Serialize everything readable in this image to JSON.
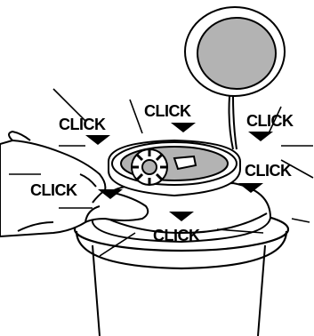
{
  "labels": {
    "click_top_left": "CLICK",
    "click_top_center": "CLICK",
    "click_top_right": "CLICK",
    "click_mid_left": "CLICK",
    "click_mid_right": "CLICK",
    "click_bottom": "CLICK"
  },
  "colors": {
    "line": "#000000",
    "fill_gray": "#b3b3b3",
    "background": "#ffffff"
  }
}
